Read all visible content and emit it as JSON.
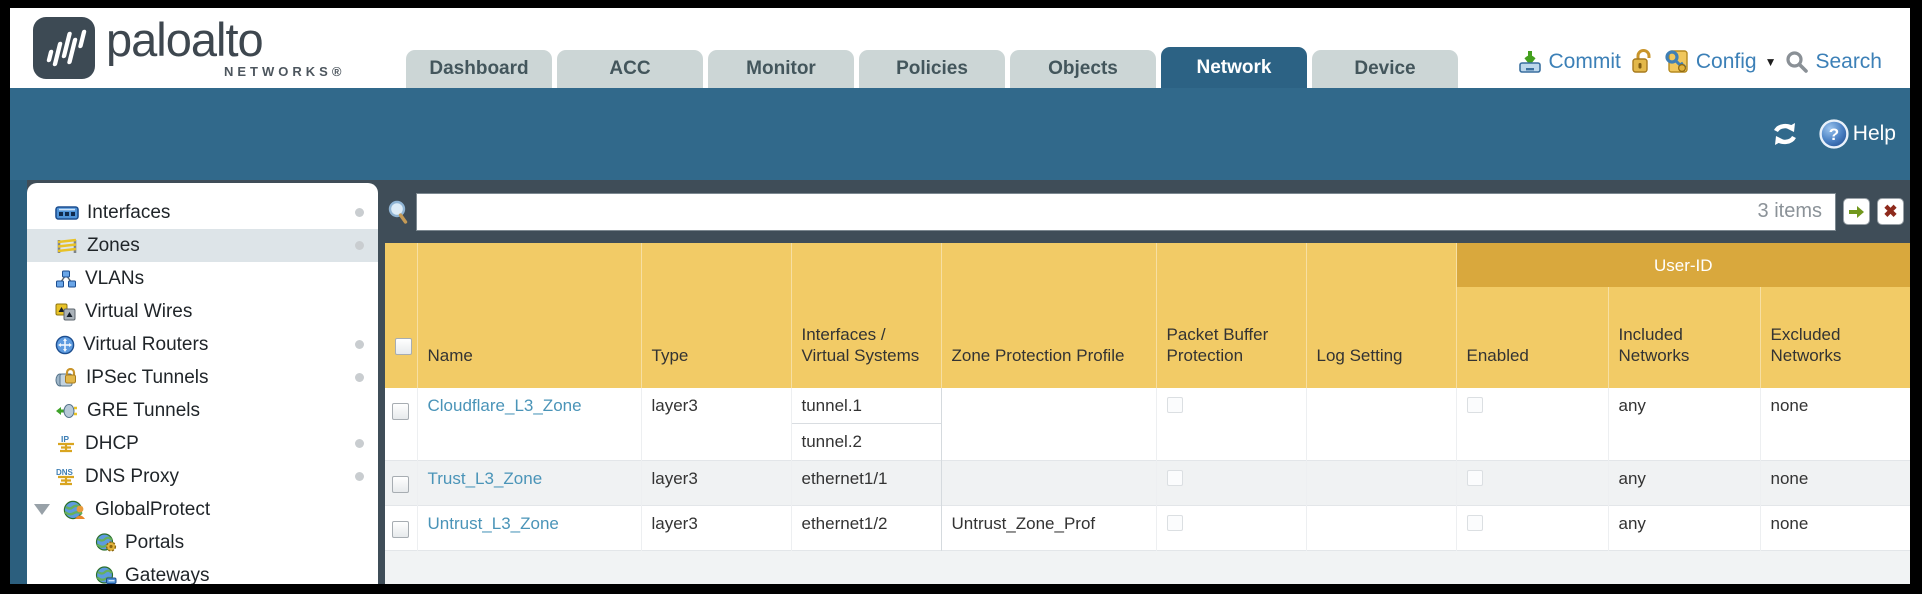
{
  "logo": {
    "brand": "paloalto",
    "subtitle": "NETWORKS®"
  },
  "nav": {
    "tabs": [
      {
        "label": "Dashboard",
        "active": false
      },
      {
        "label": "ACC",
        "active": false
      },
      {
        "label": "Monitor",
        "active": false
      },
      {
        "label": "Policies",
        "active": false
      },
      {
        "label": "Objects",
        "active": false
      },
      {
        "label": "Network",
        "active": true
      },
      {
        "label": "Device",
        "active": false
      }
    ]
  },
  "utilities": {
    "commit": "Commit",
    "config": "Config",
    "search": "Search",
    "help": "Help"
  },
  "sidebar": {
    "items": [
      {
        "label": "Interfaces",
        "dot": true
      },
      {
        "label": "Zones",
        "dot": true,
        "selected": true
      },
      {
        "label": "VLANs",
        "dot": false
      },
      {
        "label": "Virtual Wires",
        "dot": false
      },
      {
        "label": "Virtual Routers",
        "dot": true
      },
      {
        "label": "IPSec Tunnels",
        "dot": true
      },
      {
        "label": "GRE Tunnels",
        "dot": false
      },
      {
        "label": "DHCP",
        "dot": true
      },
      {
        "label": "DNS Proxy",
        "dot": true
      },
      {
        "label": "GlobalProtect",
        "dot": false,
        "expanded": true
      },
      {
        "label": "Portals",
        "child": true
      },
      {
        "label": "Gateways",
        "child": true
      }
    ]
  },
  "filter": {
    "value": "",
    "items_count": "3 items"
  },
  "table": {
    "group_header": "User-ID",
    "columns": [
      "Name",
      "Type",
      "Interfaces / Virtual Systems",
      "Zone Protection Profile",
      "Packet Buffer Protection",
      "Log Setting",
      "Enabled",
      "Included Networks",
      "Excluded Networks"
    ],
    "rows": [
      {
        "name": "Cloudflare_L3_Zone",
        "type": "layer3",
        "interfaces": [
          "tunnel.1",
          "tunnel.2"
        ],
        "zone_protection_profile": "",
        "log_setting": "",
        "included_networks": "any",
        "excluded_networks": "none"
      },
      {
        "name": "Trust_L3_Zone",
        "type": "layer3",
        "interfaces": [
          "ethernet1/1"
        ],
        "zone_protection_profile": "",
        "log_setting": "",
        "included_networks": "any",
        "excluded_networks": "none"
      },
      {
        "name": "Untrust_L3_Zone",
        "type": "layer3",
        "interfaces": [
          "ethernet1/2"
        ],
        "zone_protection_profile": "Untrust_Zone_Prof",
        "log_setting": "",
        "included_networks": "any",
        "excluded_networks": "none"
      }
    ]
  },
  "colors": {
    "teal_bar": "#31698B",
    "active_tab": "#2C6284",
    "table_header_gold": "#F2CB66",
    "user_id_band": "#D9A83D",
    "link_blue": "#4A94B8",
    "row_alt": "#F0F2F3",
    "frame": "#000000"
  }
}
